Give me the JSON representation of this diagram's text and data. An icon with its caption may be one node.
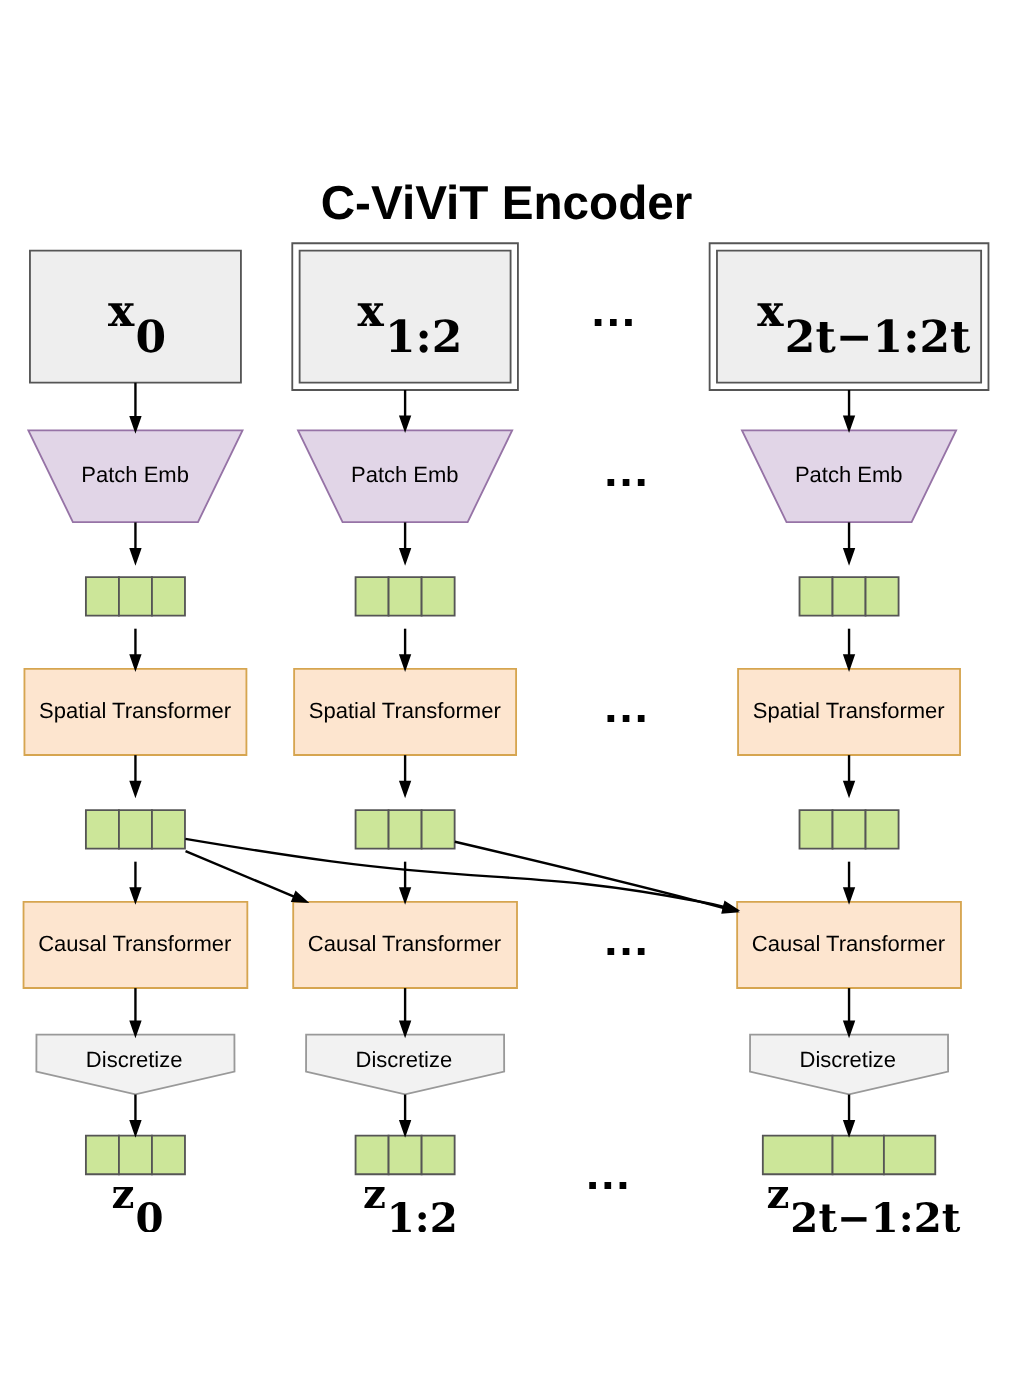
{
  "diagram": {
    "title": "C-ViViT Encoder",
    "nodes": [
      {
        "text": [
          "x$_{0}$"
        ]
      },
      {
        "text": [
          "x$_{1:2}$"
        ]
      },
      {
        "text": [
          "x$_{2t−1:2t}$"
        ]
      },
      {
        "text": [
          "Patch Emb"
        ]
      },
      {
        "text": [
          "Patch Emb"
        ]
      },
      {
        "text": [
          "Patch Emb"
        ]
      },
      {
        "text": [],
        "shape": "bar"
      },
      {
        "text": [],
        "shape": "bar"
      },
      {
        "text": [],
        "shape": "bar"
      },
      {
        "text": [
          "Spatial Transformer"
        ]
      },
      {
        "text": [
          "Spatial Transformer"
        ]
      },
      {
        "text": [
          "Spatial Transformer"
        ]
      },
      {
        "text": [],
        "shape": "bar"
      },
      {
        "text": [],
        "shape": "bar"
      },
      {
        "text": [],
        "shape": "bar"
      },
      {
        "text": [
          "Causal Transformer"
        ]
      },
      {
        "text": [
          "Causal Transformer"
        ]
      },
      {
        "text": [
          "Causal Transformer"
        ]
      },
      {
        "text": [
          "Discretize"
        ]
      },
      {
        "text": [
          "Discretize"
        ]
      },
      {
        "text": [
          "Discretize"
        ]
      },
      {
        "text": [],
        "shape": "bar",
        "beside": [
          "z$_{0}$"
        ]
      },
      {
        "text": [],
        "shape": "bar",
        "beside": [
          "z$_{1:2}$"
        ]
      },
      {
        "text": [],
        "shape": "bar",
        "beside": [
          "z$_{2t−1:2t}$"
        ]
      }
    ],
    "edges": [
      {
        "from": 0,
        "to": 3,
        "arrow": "to"
      },
      {
        "from": 1,
        "to": 4,
        "arrow": "to"
      },
      {
        "from": 2,
        "to": 5,
        "arrow": "to"
      },
      {
        "from": 3,
        "to": 6,
        "arrow": "to"
      },
      {
        "from": 4,
        "to": 7,
        "arrow": "to"
      },
      {
        "from": 5,
        "to": 8,
        "arrow": "to"
      },
      {
        "from": 6,
        "to": 9,
        "arrow": "to"
      },
      {
        "from": 7,
        "to": 10,
        "arrow": "to"
      },
      {
        "from": 8,
        "to": 11,
        "arrow": "to"
      },
      {
        "from": 9,
        "to": 12,
        "arrow": "to"
      },
      {
        "from": 10,
        "to": 13,
        "arrow": "to"
      },
      {
        "from": 11,
        "to": 14,
        "arrow": "to"
      },
      {
        "from": 12,
        "to": 15,
        "arrow": "to"
      },
      {
        "from": 12,
        "to": 16,
        "arrow": "to"
      },
      {
        "from": 12,
        "to": 17,
        "arrow": "to"
      },
      {
        "from": 13,
        "to": 16,
        "arrow": "to"
      },
      {
        "from": 13,
        "to": 17,
        "arrow": "to"
      },
      {
        "from": 14,
        "to": 17,
        "arrow": "to"
      },
      {
        "from": 15,
        "to": 18,
        "arrow": "to"
      },
      {
        "from": 16,
        "to": 19,
        "arrow": "to"
      },
      {
        "from": 17,
        "to": 20,
        "arrow": "to"
      },
      {
        "from": 18,
        "to": 21,
        "arrow": "to"
      },
      {
        "from": 19,
        "to": 22,
        "arrow": "to"
      },
      {
        "from": 20,
        "to": 23,
        "arrow": "to"
      }
    ],
    "labels": [
      "…",
      "…",
      "…",
      "…",
      "…"
    ]
  }
}
